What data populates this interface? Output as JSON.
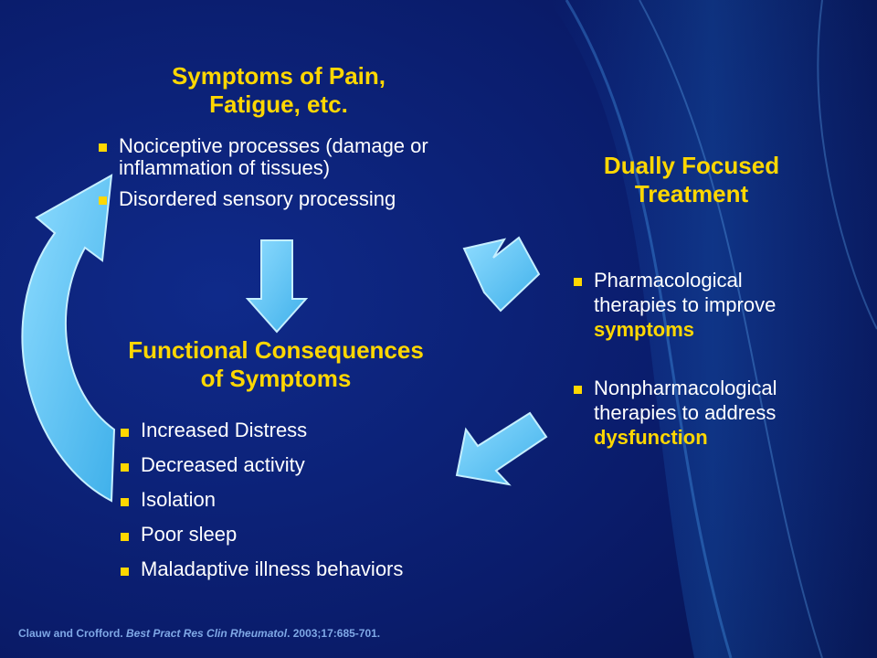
{
  "symptoms": {
    "title_line1": "Symptoms of Pain,",
    "title_line2": "Fatigue, etc.",
    "items": [
      "Nociceptive processes (damage or inflammation of tissues)",
      "Disordered sensory processing"
    ]
  },
  "consequences": {
    "title_line1": "Functional Consequences",
    "title_line2": "of Symptoms",
    "items": [
      "Increased Distress",
      "Decreased activity",
      "Isolation",
      "Poor sleep",
      "Maladaptive illness behaviors"
    ]
  },
  "treatment": {
    "title_line1": "Dually Focused",
    "title_line2": "Treatment",
    "items": [
      {
        "text": "Pharmacological therapies to improve",
        "highlight": "symptoms"
      },
      {
        "text": "Nonpharmacological therapies to address",
        "highlight": "dysfunction"
      }
    ]
  },
  "citation": {
    "authors": "Clauw and Crofford.",
    "journal": "Best Pract Res Clin Rheumatol",
    "details": ". 2003;17:685-701."
  },
  "colors": {
    "background": "#0b1d6e",
    "title": "#ffd700",
    "arrow_fill": "#5ec3f0",
    "arrow_stroke": "#b8e8ff",
    "text": "#ffffff"
  }
}
